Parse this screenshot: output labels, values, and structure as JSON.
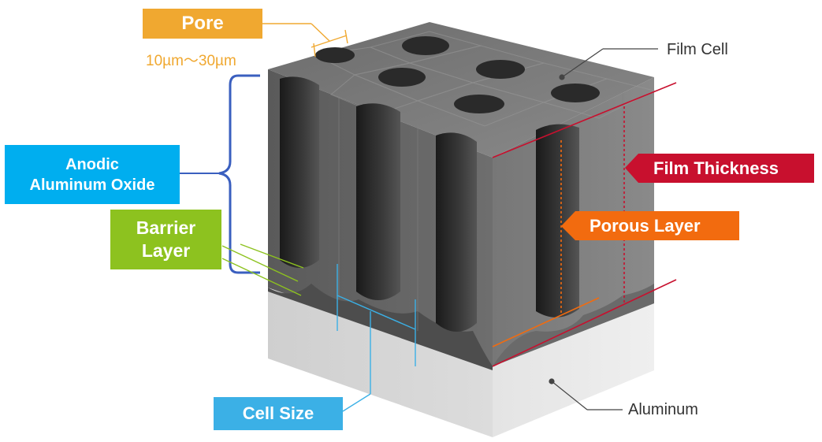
{
  "labels": {
    "pore": "Pore",
    "pore_range": "10µm〜30µm",
    "film_cell": "Film Cell",
    "anodic_line1": "Anodic",
    "anodic_line2": "Aluminum Oxide",
    "barrier_line1": "Barrier",
    "barrier_line2": "Layer",
    "film_thickness": "Film Thickness",
    "porous_layer": "Porous Layer",
    "cell_size": "Cell Size",
    "aluminum": "Aluminum"
  },
  "colors": {
    "pore": "#F0A830",
    "anodic": "#00AEEF",
    "barrier": "#8DC21F",
    "film_thickness": "#C8102E",
    "porous_layer": "#F26B0F",
    "cell_size": "#3BB0E6",
    "brace": "#3A5FBF"
  }
}
